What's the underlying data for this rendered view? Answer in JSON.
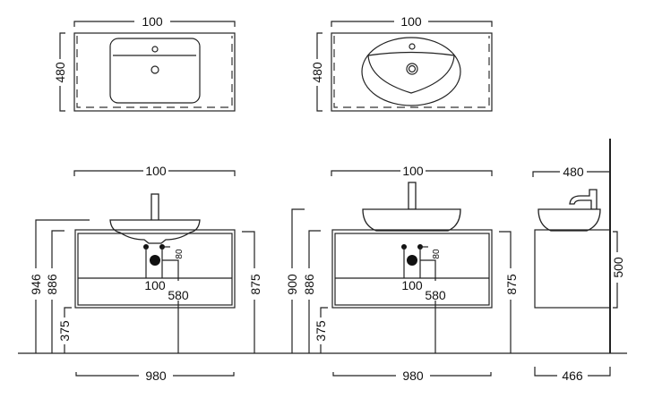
{
  "plan_left": {
    "width": "100",
    "depth": "480"
  },
  "plan_right": {
    "width": "100",
    "depth": "480"
  },
  "front_left": {
    "top_width": "100",
    "total_height": "946",
    "cabinet_top": "886",
    "floor_to_bottom": "375",
    "right_height": "875",
    "bottom_width": "980",
    "tap_spacing": "100",
    "drain_height": "580",
    "tap_offset": "80"
  },
  "front_middle": {
    "top_width": "100",
    "total_height": "900",
    "cabinet_top": "886",
    "floor_to_bottom": "375",
    "right_height": "875",
    "bottom_width": "980",
    "tap_spacing": "100",
    "drain_height": "580",
    "tap_offset": "80"
  },
  "side_view": {
    "depth_top": "480",
    "cabinet_height": "500",
    "depth_bottom": "466"
  }
}
